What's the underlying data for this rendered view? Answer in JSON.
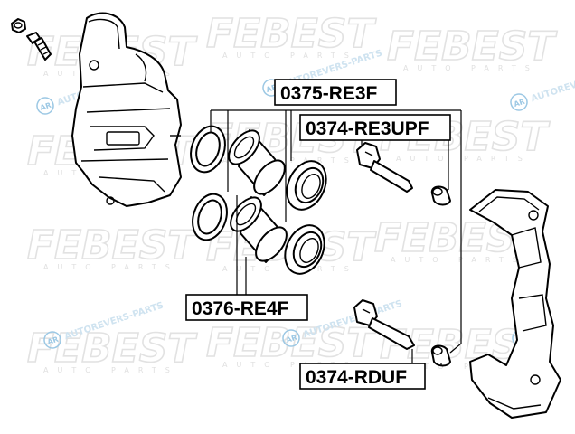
{
  "watermark": {
    "brand": "FEBEST",
    "brand_sub": "AUTO PARTS",
    "secondary": "AUTOREVERS-PARTS",
    "secondary_badge": "AR"
  },
  "part_labels": {
    "seal_kit": "0375-RE3F",
    "guide_pin_upper": "0374-RE3UPF",
    "piston": "0376-RE4F",
    "guide_pin_lower": "0374-RDUF"
  }
}
